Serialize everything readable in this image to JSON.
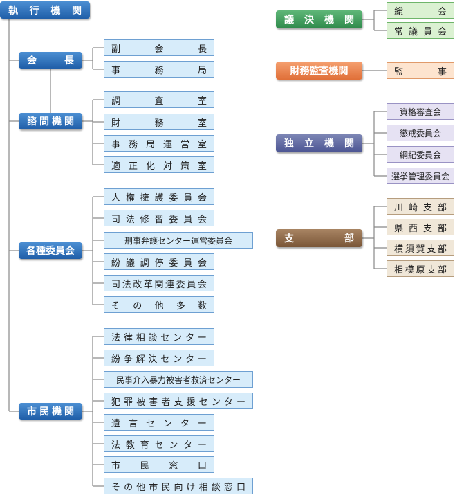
{
  "exec": {
    "label": "執行機関",
    "branches": [
      {
        "key": "kaicho",
        "label": "会長",
        "items": [
          "副会長",
          "事務局"
        ]
      },
      {
        "key": "shimon",
        "label": "諮問機関",
        "items": [
          "調査室",
          "財務室",
          "事務局運営室",
          "適正化対策室"
        ]
      },
      {
        "key": "iinkai",
        "label": "各種委員会",
        "items": [
          "人権擁護委員会",
          "司法修習委員会",
          "刑事弁護センター運営委員会",
          "紛議調停委員会",
          "司法改革関連委員会",
          "その他多数"
        ]
      },
      {
        "key": "shimin",
        "label": "市民機関",
        "items": [
          "法律相談センター",
          "紛争解決センター",
          "民事介入暴力被害者救済センター",
          "犯罪被害者支援センター",
          "遺言センター",
          "法教育センター",
          "市民窓口",
          "その他市民向け相談窓口"
        ]
      }
    ]
  },
  "giketsu": {
    "label": "議決機関",
    "items": [
      "総会",
      "常議員会"
    ]
  },
  "zaimu": {
    "label": "財務監査機関",
    "items": [
      "監事"
    ]
  },
  "dokuritsu": {
    "label": "独立機関",
    "items": [
      "資格審査会",
      "懲戒委員会",
      "綱紀委員会",
      "選挙管理委員会"
    ]
  },
  "shibu": {
    "label": "支部",
    "items": [
      "川崎支部",
      "県西支部",
      "横須賀支部",
      "相模原支部"
    ]
  },
  "colors": {
    "blue": "#2a6cb8",
    "green": "#3a9a56",
    "orange": "#ee7f45",
    "purple": "#5c64a0",
    "brown": "#8a6646",
    "line": "#888888"
  }
}
